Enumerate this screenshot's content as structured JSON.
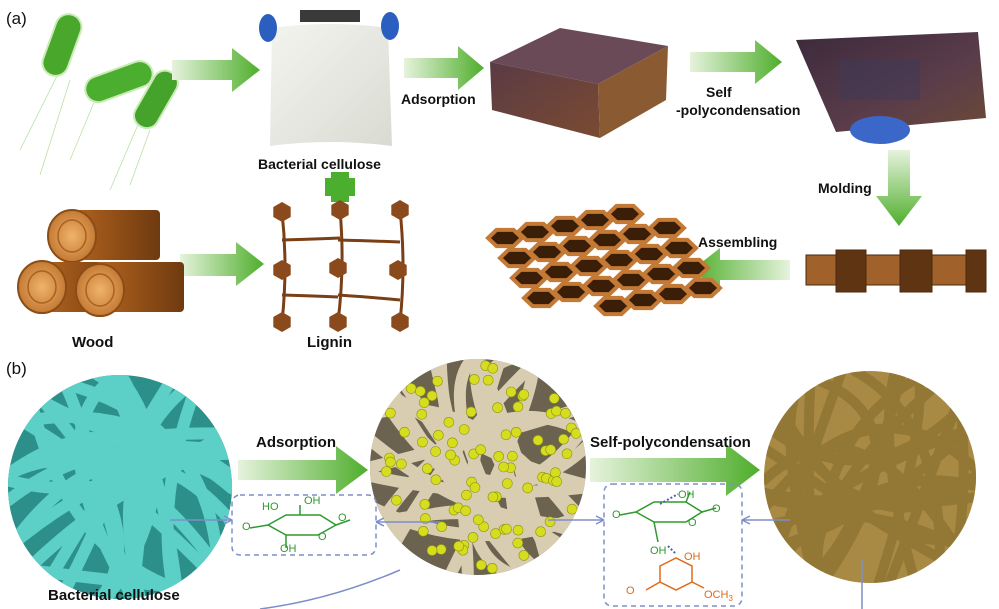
{
  "panels": {
    "a": "(a)",
    "b": "(b)"
  },
  "panel_a": {
    "labels": {
      "adsorption": "Adsorption",
      "self_line1": "Self",
      "self_line2": "-polycondensation",
      "molding": "Molding",
      "assembling": "Assembling",
      "bacterial_cellulose": "Bacterial cellulose",
      "wood": "Wood",
      "lignin": "Lignin"
    }
  },
  "panel_b": {
    "labels": {
      "adsorption": "Adsorption",
      "self_polycondensation": "Self-polycondensation",
      "bacterial_cellulose": "Bacterial cellulose"
    },
    "chem": {
      "oh": "OH",
      "ho": "HO",
      "o": "O",
      "och3": "OCH",
      "sub3": "3"
    }
  },
  "colors": {
    "arrow_green": "#5fb83a",
    "bacteria_green": "#4cae2f",
    "cellulose_fiber": "#5ccfc6",
    "adsorbed_fiber": "#d8cdb0",
    "lignin_dot": "#d6dd1e",
    "composite": "#a88a45",
    "lignin_brown": "#7a3f16",
    "honeycomb": "#9a5a22",
    "dash_box": "#7d8fc9",
    "chem_green": "#2e9a2e",
    "chem_orange": "#e06a1a"
  }
}
